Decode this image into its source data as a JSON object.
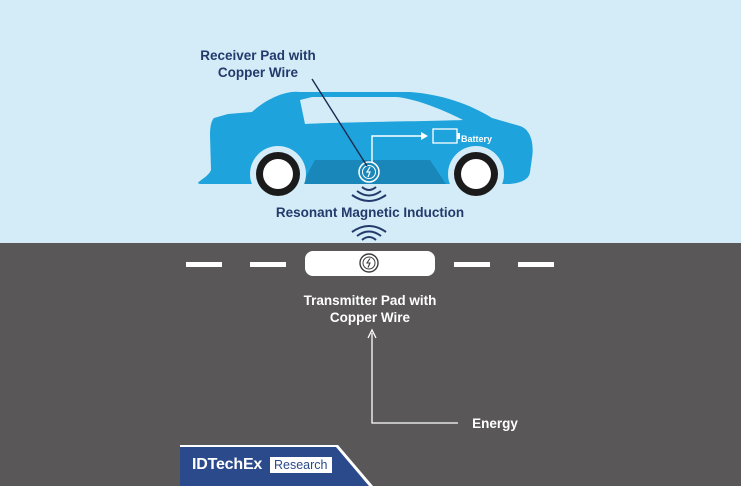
{
  "labels": {
    "receiver_line1": "Receiver Pad with",
    "receiver_line2": "Copper Wire",
    "battery": "Battery",
    "resonant": "Resonant Magnetic Induction",
    "transmitter_line1": "Transmitter Pad with",
    "transmitter_line2": "Copper Wire",
    "energy": "Energy"
  },
  "logo": {
    "brand": "IDTechEx",
    "tag": "Research"
  },
  "icons": [
    "wireless-charging-icon",
    "battery-icon",
    "arrow-up-icon",
    "signal-waves-icon"
  ],
  "colors": {
    "sky": "#d3ecf7",
    "road": "#595758",
    "car": "#1fa3dc",
    "label_dark": "#243a6b",
    "logo_bg": "#2b4a8c"
  }
}
